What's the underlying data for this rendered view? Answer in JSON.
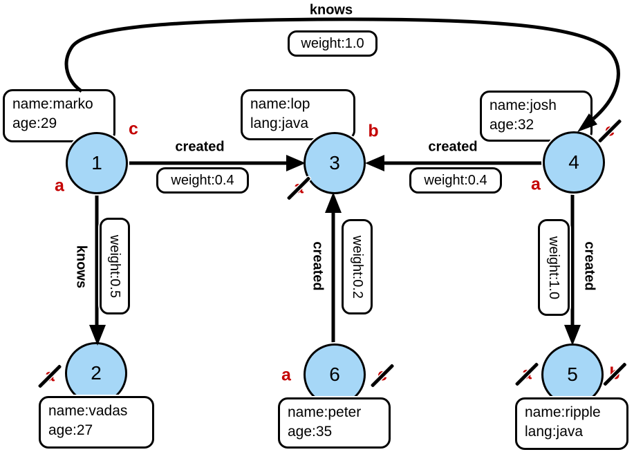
{
  "diagram_type": "property-graph",
  "colors": {
    "node_fill": "#a6d7f7",
    "node_stroke": "#000000",
    "edge_stroke": "#000000",
    "box_background": "#ffffff",
    "marker_red": "#c40000"
  },
  "nodes": [
    {
      "id": "1",
      "properties": [
        "name:marko",
        "age:29"
      ],
      "markers": [
        {
          "letter": "c",
          "struck": false
        },
        {
          "letter": "a",
          "struck": false
        }
      ]
    },
    {
      "id": "2",
      "properties": [
        "name:vadas",
        "age:27"
      ],
      "markers": [
        {
          "letter": "a",
          "struck": true
        }
      ]
    },
    {
      "id": "3",
      "properties": [
        "name:lop",
        "lang:java"
      ],
      "markers": [
        {
          "letter": "b",
          "struck": false
        },
        {
          "letter": "a",
          "struck": true
        }
      ]
    },
    {
      "id": "4",
      "properties": [
        "name:josh",
        "age:32"
      ],
      "markers": [
        {
          "letter": "c",
          "struck": true
        },
        {
          "letter": "a",
          "struck": false
        }
      ]
    },
    {
      "id": "5",
      "properties": [
        "name:ripple",
        "lang:java"
      ],
      "markers": [
        {
          "letter": "a",
          "struck": true
        },
        {
          "letter": "b",
          "struck": true
        }
      ]
    },
    {
      "id": "6",
      "properties": [
        "name:peter",
        "age:35"
      ],
      "markers": [
        {
          "letter": "a",
          "struck": false
        },
        {
          "letter": "c",
          "struck": true
        }
      ]
    }
  ],
  "edges": [
    {
      "from": "1",
      "to": "4",
      "label": "knows",
      "weight": "weight:1.0"
    },
    {
      "from": "1",
      "to": "3",
      "label": "created",
      "weight": "weight:0.4"
    },
    {
      "from": "4",
      "to": "3",
      "label": "created",
      "weight": "weight:0.4"
    },
    {
      "from": "1",
      "to": "2",
      "label": "knows",
      "weight": "weight:0.5"
    },
    {
      "from": "6",
      "to": "3",
      "label": "created",
      "weight": "weight:0.2"
    },
    {
      "from": "4",
      "to": "5",
      "label": "created",
      "weight": "weight:1.0"
    }
  ]
}
